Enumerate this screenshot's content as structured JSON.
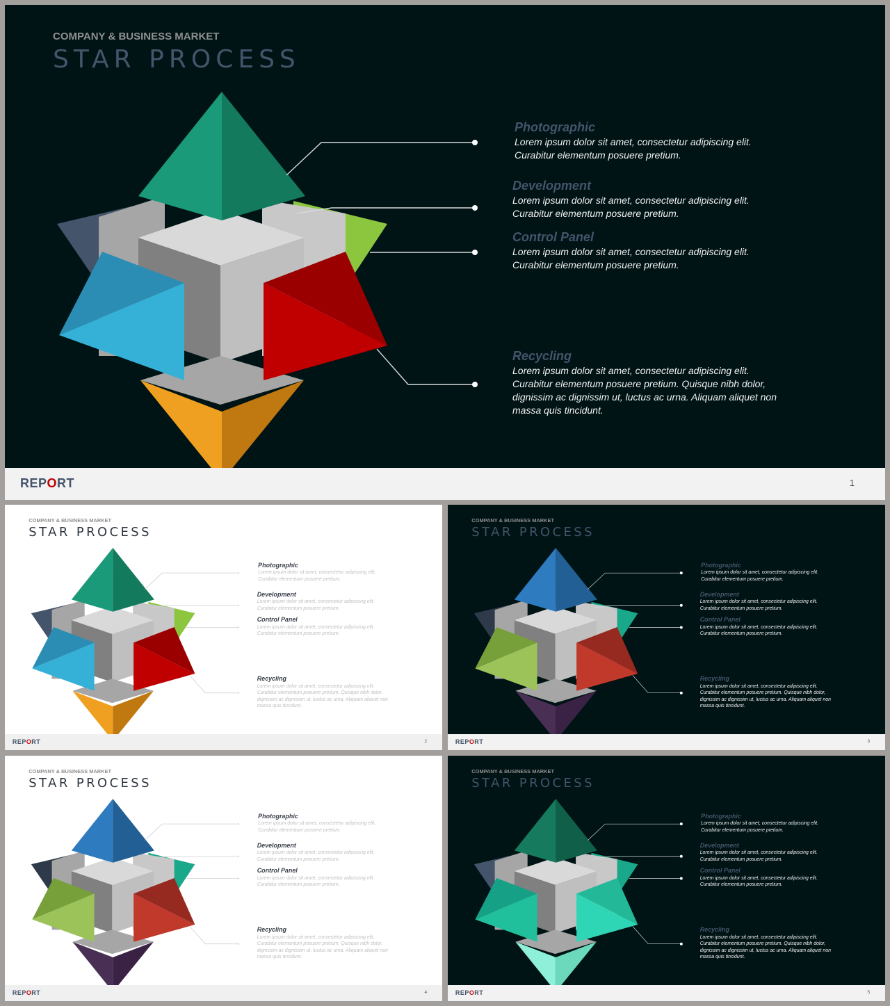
{
  "kicker": "COMPANY & BUSINESS MARKET",
  "title": "STAR PROCESS",
  "brand": {
    "pre": "REP",
    "o": "O",
    "post": "RT"
  },
  "items": [
    {
      "heading": "Photographic",
      "body": "Lorem ipsum dolor sit amet, consectetur adipiscing elit. Curabitur  elementum posuere pretium."
    },
    {
      "heading": "Development",
      "body": "Lorem ipsum dolor sit amet, consectetur adipiscing elit. Curabitur  elementum posuere pretium."
    },
    {
      "heading": "Control Panel",
      "body": "Lorem ipsum dolor sit amet, consectetur adipiscing elit. Curabitur  elementum posuere pretium."
    },
    {
      "heading": "Recycling",
      "body": "Lorem ipsum dolor sit amet, consectetur adipiscing elit. Curabitur  elementum posuere pretium. Quisque nibh dolor, dignissim ac dignissim ut, luctus ac urna.  Aliquam aliquet non massa quis tincidunt."
    }
  ],
  "slides": [
    {
      "page": "1",
      "theme": "dark",
      "colors": {
        "top": "#1a9a78",
        "topShade": "#137a5e",
        "left": "#44546a",
        "right": "#8cc63f",
        "frontL": "#2b8db3",
        "frontLLight": "#35b0d6",
        "frontR": "#c00000",
        "frontRDark": "#9a0000",
        "bottom": "#f0a020",
        "bottomShade": "#c07810"
      }
    },
    {
      "page": "2",
      "theme": "light",
      "colors": {
        "top": "#1a9a78",
        "topShade": "#137a5e",
        "left": "#44546a",
        "right": "#8cc63f",
        "frontL": "#2b8db3",
        "frontLLight": "#35b0d6",
        "frontR": "#c00000",
        "frontRDark": "#9a0000",
        "bottom": "#f0a020",
        "bottomShade": "#c07810"
      }
    },
    {
      "page": "3",
      "theme": "dark",
      "colors": {
        "top": "#2e7bbf",
        "topShade": "#225f94",
        "left": "#2e3a4a",
        "right": "#1aa88a",
        "frontL": "#77a03a",
        "frontLLight": "#9cc35a",
        "frontR": "#c0392b",
        "frontRDark": "#962a20",
        "bottom": "#4a2f55",
        "bottomShade": "#3a2244"
      }
    },
    {
      "page": "4",
      "theme": "light",
      "colors": {
        "top": "#2e7bbf",
        "topShade": "#225f94",
        "left": "#2e3a4a",
        "right": "#1aa88a",
        "frontL": "#77a03a",
        "frontLLight": "#9cc35a",
        "frontR": "#c0392b",
        "frontRDark": "#962a20",
        "bottom": "#4a2f55",
        "bottomShade": "#3a2244"
      }
    },
    {
      "page": "5",
      "theme": "dark",
      "colors": {
        "top": "#157a5e",
        "topShade": "#0f5f49",
        "left": "#44546a",
        "right": "#1aa88a",
        "frontL": "#16a085",
        "frontLLight": "#20c09c",
        "frontR": "#2fd6b6",
        "frontRDark": "#22b898",
        "bottom": "#8ef0d8",
        "bottomShade": "#6cd8bc"
      }
    }
  ]
}
